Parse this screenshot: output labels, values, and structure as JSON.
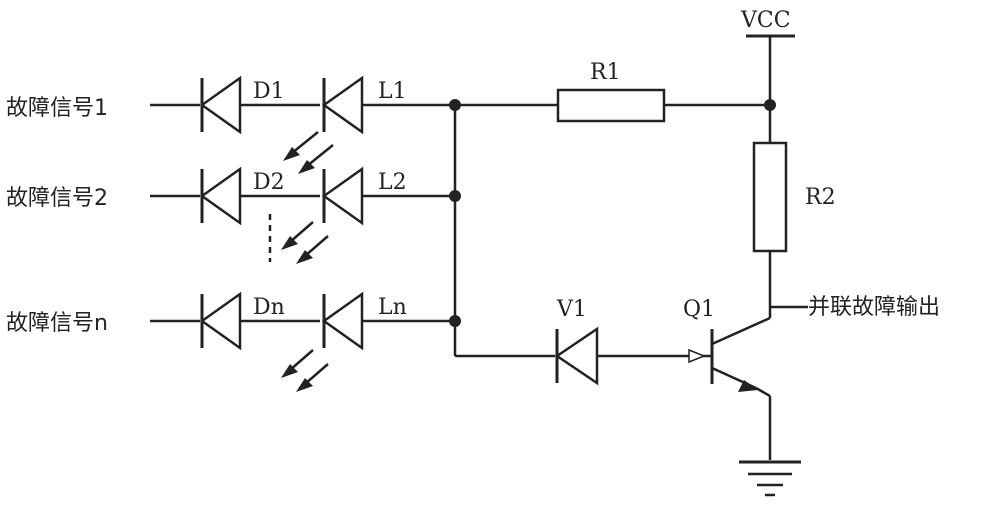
{
  "inputs": {
    "signal_1": "故障信号1",
    "signal_2": "故障信号2",
    "signal_n": "故障信号n"
  },
  "diodes": {
    "d1": "D1",
    "d2": "D2",
    "dn": "Dn"
  },
  "leds": {
    "l1": "L1",
    "l2": "L2",
    "ln": "Ln"
  },
  "resistors": {
    "r1": "R1",
    "r2": "R2"
  },
  "supply": "VCC",
  "diode_v1": "V1",
  "transistor": "Q1",
  "output": "并联故障输出",
  "colors": {
    "line": "#222222",
    "background": "#ffffff"
  }
}
